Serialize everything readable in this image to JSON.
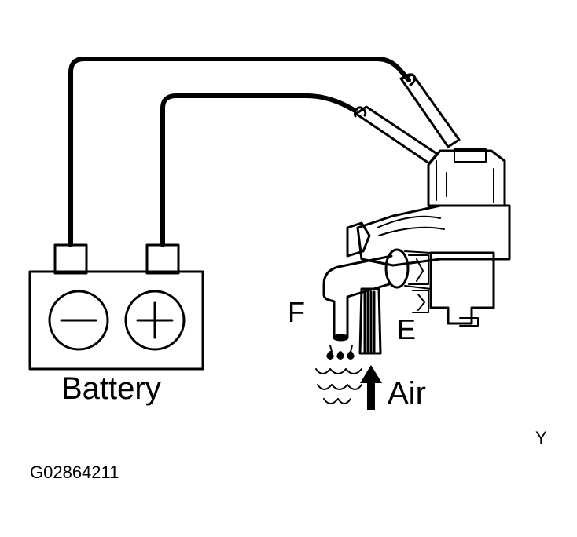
{
  "labels": {
    "battery": "Battery",
    "port_f": "F",
    "port_e": "E",
    "air": "Air",
    "corner": "Y",
    "figure_code": "G02864211"
  },
  "icons": {
    "battery_negative": "minus-symbol-icon",
    "battery_positive": "plus-symbol-icon",
    "air_flow": "up-arrow-icon",
    "valve": "vacuum-switching-valve-icon"
  }
}
